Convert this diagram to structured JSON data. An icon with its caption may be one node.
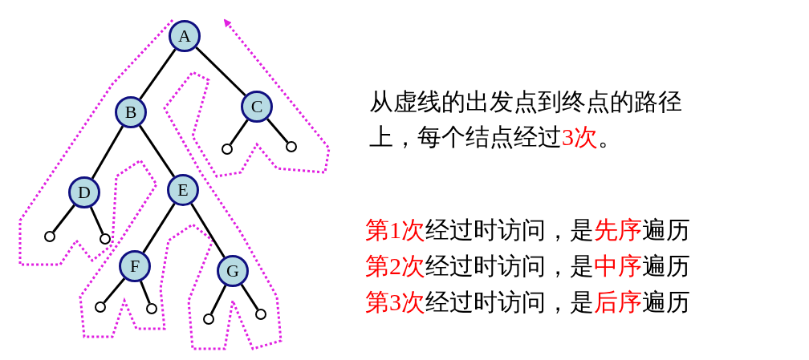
{
  "diagram": {
    "nodes": [
      {
        "text": [
          "A"
        ]
      },
      {
        "text": [
          "B"
        ]
      },
      {
        "text": [
          "C"
        ]
      },
      {
        "text": [
          "D"
        ]
      },
      {
        "text": [
          "E"
        ]
      },
      {
        "text": [
          "F"
        ]
      },
      {
        "text": [
          "G"
        ]
      },
      {
        "text": [],
        "shape": "circle"
      },
      {
        "text": [],
        "shape": "circle"
      },
      {
        "text": [],
        "shape": "circle"
      },
      {
        "text": [],
        "shape": "circle"
      },
      {
        "text": [],
        "shape": "circle"
      },
      {
        "text": [],
        "shape": "circle"
      },
      {
        "text": [],
        "shape": "circle"
      },
      {
        "text": [],
        "shape": "circle"
      }
    ],
    "edges": [
      {
        "from": 0,
        "to": 1,
        "arrow": "none"
      },
      {
        "from": 0,
        "to": 2,
        "arrow": "none"
      },
      {
        "from": 1,
        "to": 3,
        "arrow": "none"
      },
      {
        "from": 1,
        "to": 4,
        "arrow": "none"
      },
      {
        "from": 2,
        "to": 7,
        "arrow": "none"
      },
      {
        "from": 2,
        "to": 8,
        "arrow": "none"
      },
      {
        "from": 3,
        "to": 9,
        "arrow": "none"
      },
      {
        "from": 3,
        "to": 10,
        "arrow": "none"
      },
      {
        "from": 4,
        "to": 5,
        "arrow": "none"
      },
      {
        "from": 4,
        "to": 6,
        "arrow": "none"
      },
      {
        "from": 5,
        "to": 11,
        "arrow": "none"
      },
      {
        "from": 5,
        "to": 12,
        "arrow": "none"
      },
      {
        "from": 6,
        "to": 13,
        "arrow": "none"
      },
      {
        "from": 6,
        "to": 14,
        "arrow": "none"
      }
    ],
    "labels": [
      "从虚线的出发点到终点的路径上，每个结点经过**3次**。",
      "**第1次**经过时访问，是**先序**遍历",
      "**第2次**经过时访问，是**中序**遍历",
      "**第3次**经过时访问，是**后序**遍历"
    ]
  }
}
